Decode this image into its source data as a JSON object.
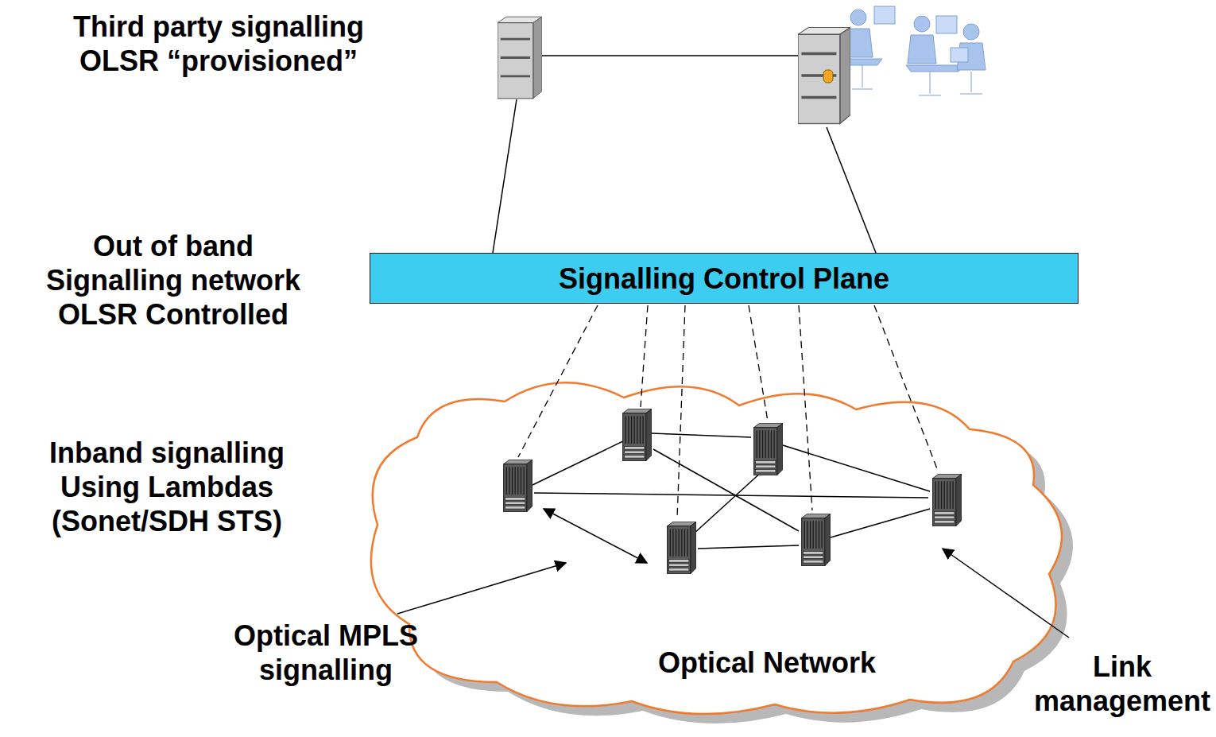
{
  "diagram": {
    "nodes": [
      {
        "text": [
          "Signalling Control Plane"
        ]
      },
      {
        "text": [
          "Optical Network"
        ]
      }
    ],
    "labels": [
      "Third party signalling OLSR “provisioned”",
      "Out of band Signalling network OLSR Controlled",
      "Inband signalling Using Lambdas (Sonet/SDH STS)",
      "Optical MPLS signalling",
      "Link management"
    ]
  }
}
